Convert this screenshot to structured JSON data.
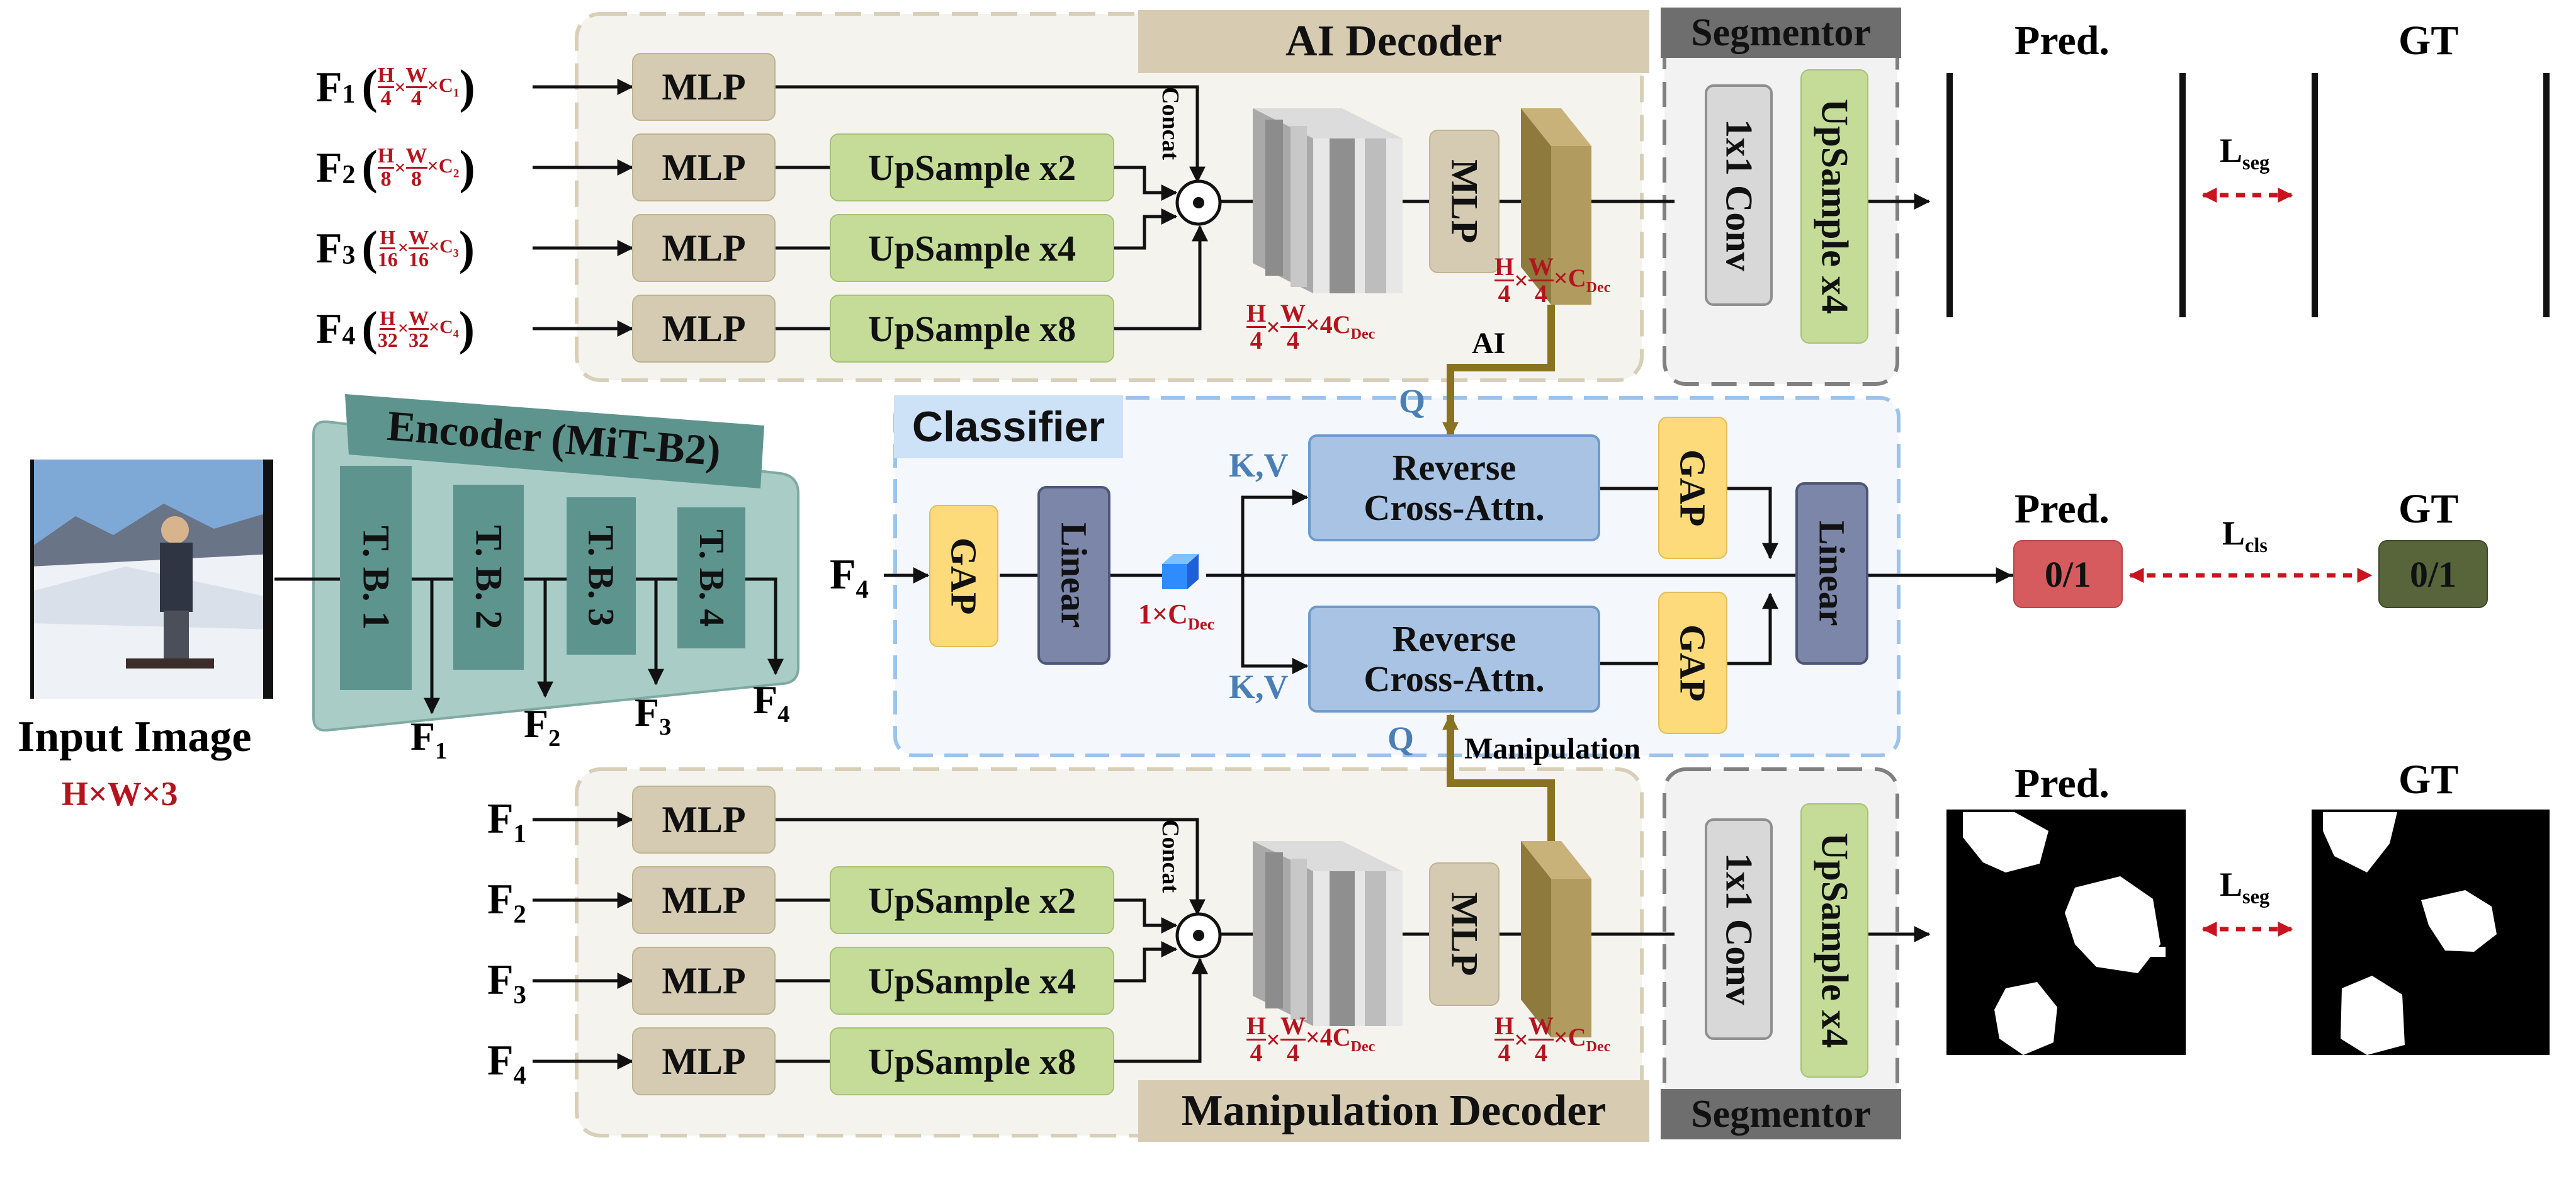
{
  "encoder": {
    "title": "Encoder (MiT-B2)",
    "blocks": [
      "T. B. 1",
      "T. B. 2",
      "T. B. 3",
      "T. B. 4"
    ],
    "outputs": [
      "F",
      "F",
      "F",
      "F"
    ],
    "output_subs": [
      "1",
      "2",
      "3",
      "4"
    ]
  },
  "input": {
    "title": "Input Image",
    "dims": "H×W×3"
  },
  "ai_decoder": {
    "title": "AI Decoder",
    "inputs": [
      {
        "f": "F",
        "sub": "1",
        "h": "H",
        "hd": "4",
        "w": "W",
        "wd": "4",
        "c": "C",
        "cs": "1"
      },
      {
        "f": "F",
        "sub": "2",
        "h": "H",
        "hd": "8",
        "w": "W",
        "wd": "8",
        "c": "C",
        "cs": "2"
      },
      {
        "f": "F",
        "sub": "3",
        "h": "H",
        "hd": "16",
        "w": "W",
        "wd": "16",
        "c": "C",
        "cs": "3"
      },
      {
        "f": "F",
        "sub": "4",
        "h": "H",
        "hd": "32",
        "w": "W",
        "wd": "32",
        "c": "C",
        "cs": "4"
      }
    ],
    "mlp": "MLP",
    "upsamples": [
      "UpSample x2",
      "UpSample x4",
      "UpSample x8"
    ],
    "concat": "Concat",
    "fused_mlp": "MLP",
    "dim_concat": {
      "num": "H",
      "den": "4",
      "num2": "W",
      "den2": "4",
      "c": "4C",
      "sub": "Dec"
    },
    "dim_out": {
      "num": "H",
      "den": "4",
      "num2": "W",
      "den2": "4",
      "c": "C",
      "sub": "Dec"
    },
    "branch_label": "AI"
  },
  "man_decoder": {
    "title": "Manipulation Decoder",
    "inputs": [
      {
        "f": "F",
        "sub": "1"
      },
      {
        "f": "F",
        "sub": "2"
      },
      {
        "f": "F",
        "sub": "3"
      },
      {
        "f": "F",
        "sub": "4"
      }
    ],
    "mlp": "MLP",
    "upsamples": [
      "UpSample x2",
      "UpSample x4",
      "UpSample x8"
    ],
    "concat": "Concat",
    "fused_mlp": "MLP",
    "dim_concat": {
      "num": "H",
      "den": "4",
      "num2": "W",
      "den2": "4",
      "c": "4C",
      "sub": "Dec"
    },
    "dim_out": {
      "num": "H",
      "den": "4",
      "num2": "W",
      "den2": "4",
      "c": "C",
      "sub": "Dec"
    },
    "branch_label": "Manipulation"
  },
  "segmentor": {
    "title": "Segmentor",
    "conv": "1x1 Conv",
    "upsample": "UpSample x4"
  },
  "classifier": {
    "title": "Classifier",
    "input": "F",
    "input_sub": "4",
    "gap": "GAP",
    "linear": "Linear",
    "token": "1×C",
    "token_sub": "Dec",
    "rca_line1": "Reverse",
    "rca_line2": "Cross-Attn.",
    "q": "Q",
    "kv": "K,V"
  },
  "outputs": {
    "pred": "Pred.",
    "gt": "GT",
    "loss_seg": "L",
    "loss_seg_sub": "seg",
    "loss_cls": "L",
    "loss_cls_sub": "cls",
    "pred_cls": "0/1",
    "gt_cls": "0/1"
  },
  "colors": {
    "decoder_bg": "#f5f3ee",
    "decoder_border": "#d8cfb8",
    "decoder_title": "#d7ccb2",
    "segmentor_bg": "#f2f2f2",
    "segmentor_border": "#808080",
    "segmentor_title": "#6e6e6e",
    "classifier_bg": "#f4f8fd",
    "classifier_border": "#9cc3ea",
    "classifier_title": "#cde1f7",
    "encoder_bg": "#a9ccc6",
    "encoder_block": "#5e948e",
    "mlp": "#d5cbb2",
    "upsample": "#c4dc98",
    "gap": "#fdda7a",
    "linear": "#7b86a9",
    "rca": "#a8c3e3",
    "pred_cls": "#d55b5e",
    "gt_cls": "#58653a",
    "loss_arrow": "#c8141e",
    "feature_gold": "#a08c55",
    "accent_red": "#b4141e",
    "accent_blue": "#4a7fb6"
  },
  "icons": [
    "dot-product-icon",
    "cube-token-icon",
    "feature-stack-icon"
  ]
}
